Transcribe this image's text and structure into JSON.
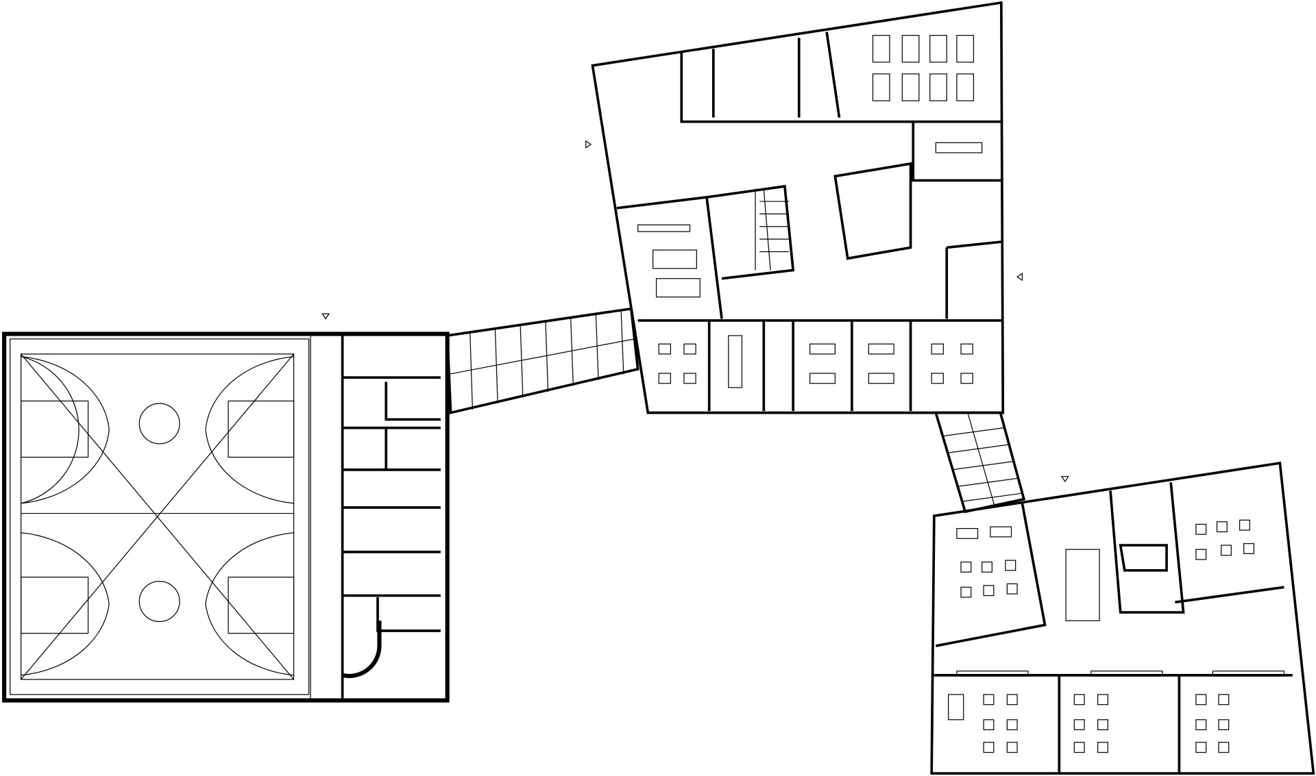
{
  "drawing": {
    "kind": "architectural floor plan",
    "colors": {
      "line": "#000000",
      "background": "#ffffff"
    },
    "buildings": [
      "sports-hall",
      "north-wing",
      "south-east-wing"
    ],
    "bridges": 2
  }
}
